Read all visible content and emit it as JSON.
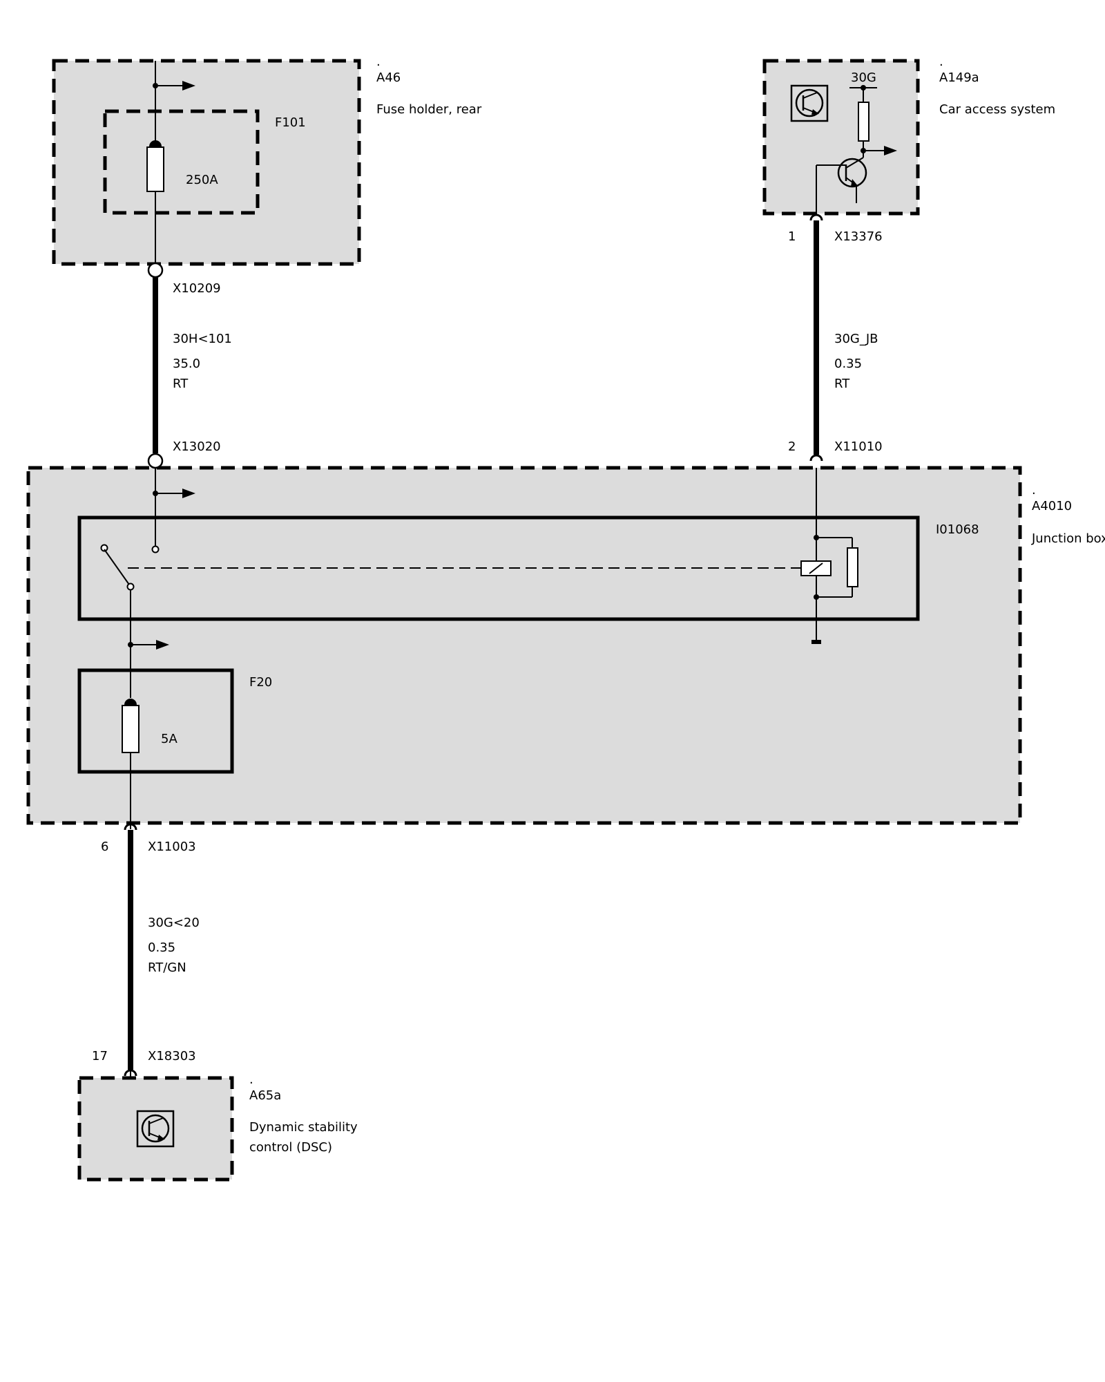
{
  "colors": {
    "module_fill": "#dcdcdc",
    "line": "#000000",
    "background": "#ffffff"
  },
  "modules": {
    "a46": {
      "dot": ".",
      "id": "A46",
      "name": "Fuse holder, rear"
    },
    "a149a": {
      "dot": ".",
      "id": "A149a",
      "name": "Car access system"
    },
    "a4010": {
      "dot": ".",
      "id": "A4010",
      "name": "Junction box"
    },
    "a65a": {
      "dot": ".",
      "id": "A65a",
      "name_line1": "Dynamic stability",
      "name_line2": "control (DSC)"
    }
  },
  "fuses": {
    "f101": {
      "id": "F101",
      "rating": "250A"
    },
    "f20": {
      "id": "F20",
      "rating": "5A"
    }
  },
  "relay": {
    "id": "I01068"
  },
  "terminal_30g": "30G",
  "connectors": {
    "x10209": {
      "id": "X10209"
    },
    "x13376": {
      "pin": "1",
      "id": "X13376"
    },
    "x13020": {
      "id": "X13020"
    },
    "x11010": {
      "pin": "2",
      "id": "X11010"
    },
    "x11003": {
      "pin": "6",
      "id": "X11003"
    },
    "x18303": {
      "pin": "17",
      "id": "X18303"
    }
  },
  "wires": {
    "w1": {
      "signal": "30H<101",
      "cross_section": "35.0",
      "color": "RT"
    },
    "w2": {
      "signal": "30G_JB",
      "cross_section": "0.35",
      "color": "RT"
    },
    "w3": {
      "signal": "30G<20",
      "cross_section": "0.35",
      "color": "RT/GN"
    }
  }
}
